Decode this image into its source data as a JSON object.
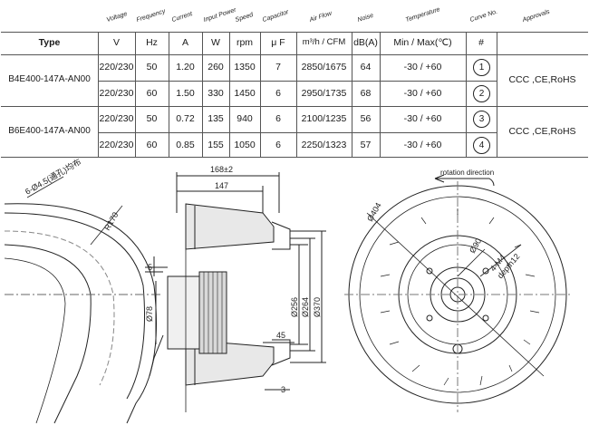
{
  "header_rotated": [
    "Voltage",
    "Frequency",
    "Current",
    "Input Power",
    "Speed",
    "Capacitor",
    "Air Flow",
    "Noise",
    "Temperature",
    "Curve No.",
    "Approvals"
  ],
  "units": {
    "type": "Type",
    "voltage": "V",
    "frequency": "Hz",
    "current": "A",
    "power": "W",
    "speed": "rpm",
    "capacitor": "μ F",
    "airflow": "m³/h / CFM",
    "noise": "dB(A)",
    "temp": "Min / Max(℃)",
    "curve": "#"
  },
  "rows": [
    {
      "type": "B4E400-147A-AN00",
      "voltage": "220/230",
      "freq": "50",
      "current": "1.20",
      "power": "260",
      "speed": "1350",
      "cap": "7",
      "airflow": "2850/1675",
      "noise": "64",
      "temp": "-30 / +60",
      "curve": "1"
    },
    {
      "type": "",
      "voltage": "220/230",
      "freq": "60",
      "current": "1.50",
      "power": "330",
      "speed": "1450",
      "cap": "6",
      "airflow": "2950/1735",
      "noise": "68",
      "temp": "-30 / +60",
      "curve": "2"
    },
    {
      "type": "B6E400-147A-AN00",
      "voltage": "220/230",
      "freq": "50",
      "current": "0.72",
      "power": "135",
      "speed": "940",
      "cap": "6",
      "airflow": "2100/1235",
      "noise": "56",
      "temp": "-30 / +60",
      "curve": "3"
    },
    {
      "type": "",
      "voltage": "220/230",
      "freq": "60",
      "current": "0.85",
      "power": "155",
      "speed": "1050",
      "cap": "6",
      "airflow": "2250/1323",
      "noise": "57",
      "temp": "-30 / +60",
      "curve": "4"
    }
  ],
  "approvals": [
    "CCC ,CE,RoHS",
    "CCC ,CE,RoHS"
  ],
  "drawing": {
    "holes_label": "6-Ø4.5(通孔)均布",
    "r170": "R170",
    "d168": "168±2",
    "d147": "147",
    "d5": "5",
    "d78": "Ø78",
    "d256": "Ø256",
    "d264": "Ø264",
    "d370": "Ø370",
    "d45": "45",
    "d3": "3",
    "rotation": "rotation direction",
    "d404": "Ø404",
    "d90": "Ø90",
    "m4": "4-M4",
    "depth": "depth12"
  }
}
